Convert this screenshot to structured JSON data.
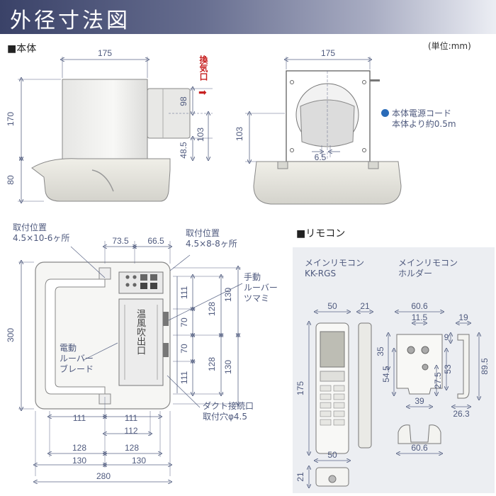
{
  "header": {
    "title": "外径寸法図"
  },
  "unit_note": "(単位:mm)",
  "sections": {
    "main": "■本体",
    "remote": "■リモコン"
  },
  "side_view": {
    "width_label": "175",
    "height_labels": [
      "170",
      "80"
    ],
    "outlet_labels": [
      "98",
      "103",
      "48.5"
    ],
    "exhaust_label": "換気口",
    "exhaust_arrow": "➡"
  },
  "front_view": {
    "width_label": "175",
    "height_label": "103",
    "offset_label": "6.5",
    "cord_note": [
      "本体電源コード",
      "本体より約0.5m"
    ]
  },
  "bottom_view": {
    "mount_left": [
      "取付位置",
      "4.5×10-6ヶ所"
    ],
    "mount_right": [
      "取付位置",
      "4.5×8-8ヶ所"
    ],
    "top_dims": [
      "73.5",
      "66.5"
    ],
    "height_label": "300",
    "right_dims_a": [
      "111",
      "70",
      "70",
      "111"
    ],
    "right_dims_b": [
      "130",
      "128",
      "128",
      "130"
    ],
    "bottom_dims": [
      "111",
      "111",
      "112",
      "128",
      "128",
      "130",
      "130",
      "280"
    ],
    "louver_knob": [
      "手動",
      "ルーバー",
      "ツマミ"
    ],
    "louver_blade": [
      "電動",
      "ルーバー",
      "ブレード"
    ],
    "outlet_label": "温風吹出口",
    "duct_note": [
      "ダクト接続口",
      "取付穴φ4.5"
    ]
  },
  "remote": {
    "main_title": [
      "メインリモコン",
      "KK-RGS"
    ],
    "holder_title": [
      "メインリモコン",
      "ホルダー"
    ],
    "remote_dims": [
      "50",
      "21",
      "175",
      "50",
      "21"
    ],
    "holder_dims": [
      "60.6",
      "11.5",
      "35",
      "54.5",
      "53",
      "27.5",
      "39",
      "60.6",
      "9",
      "19",
      "89.5",
      "26.3"
    ]
  }
}
